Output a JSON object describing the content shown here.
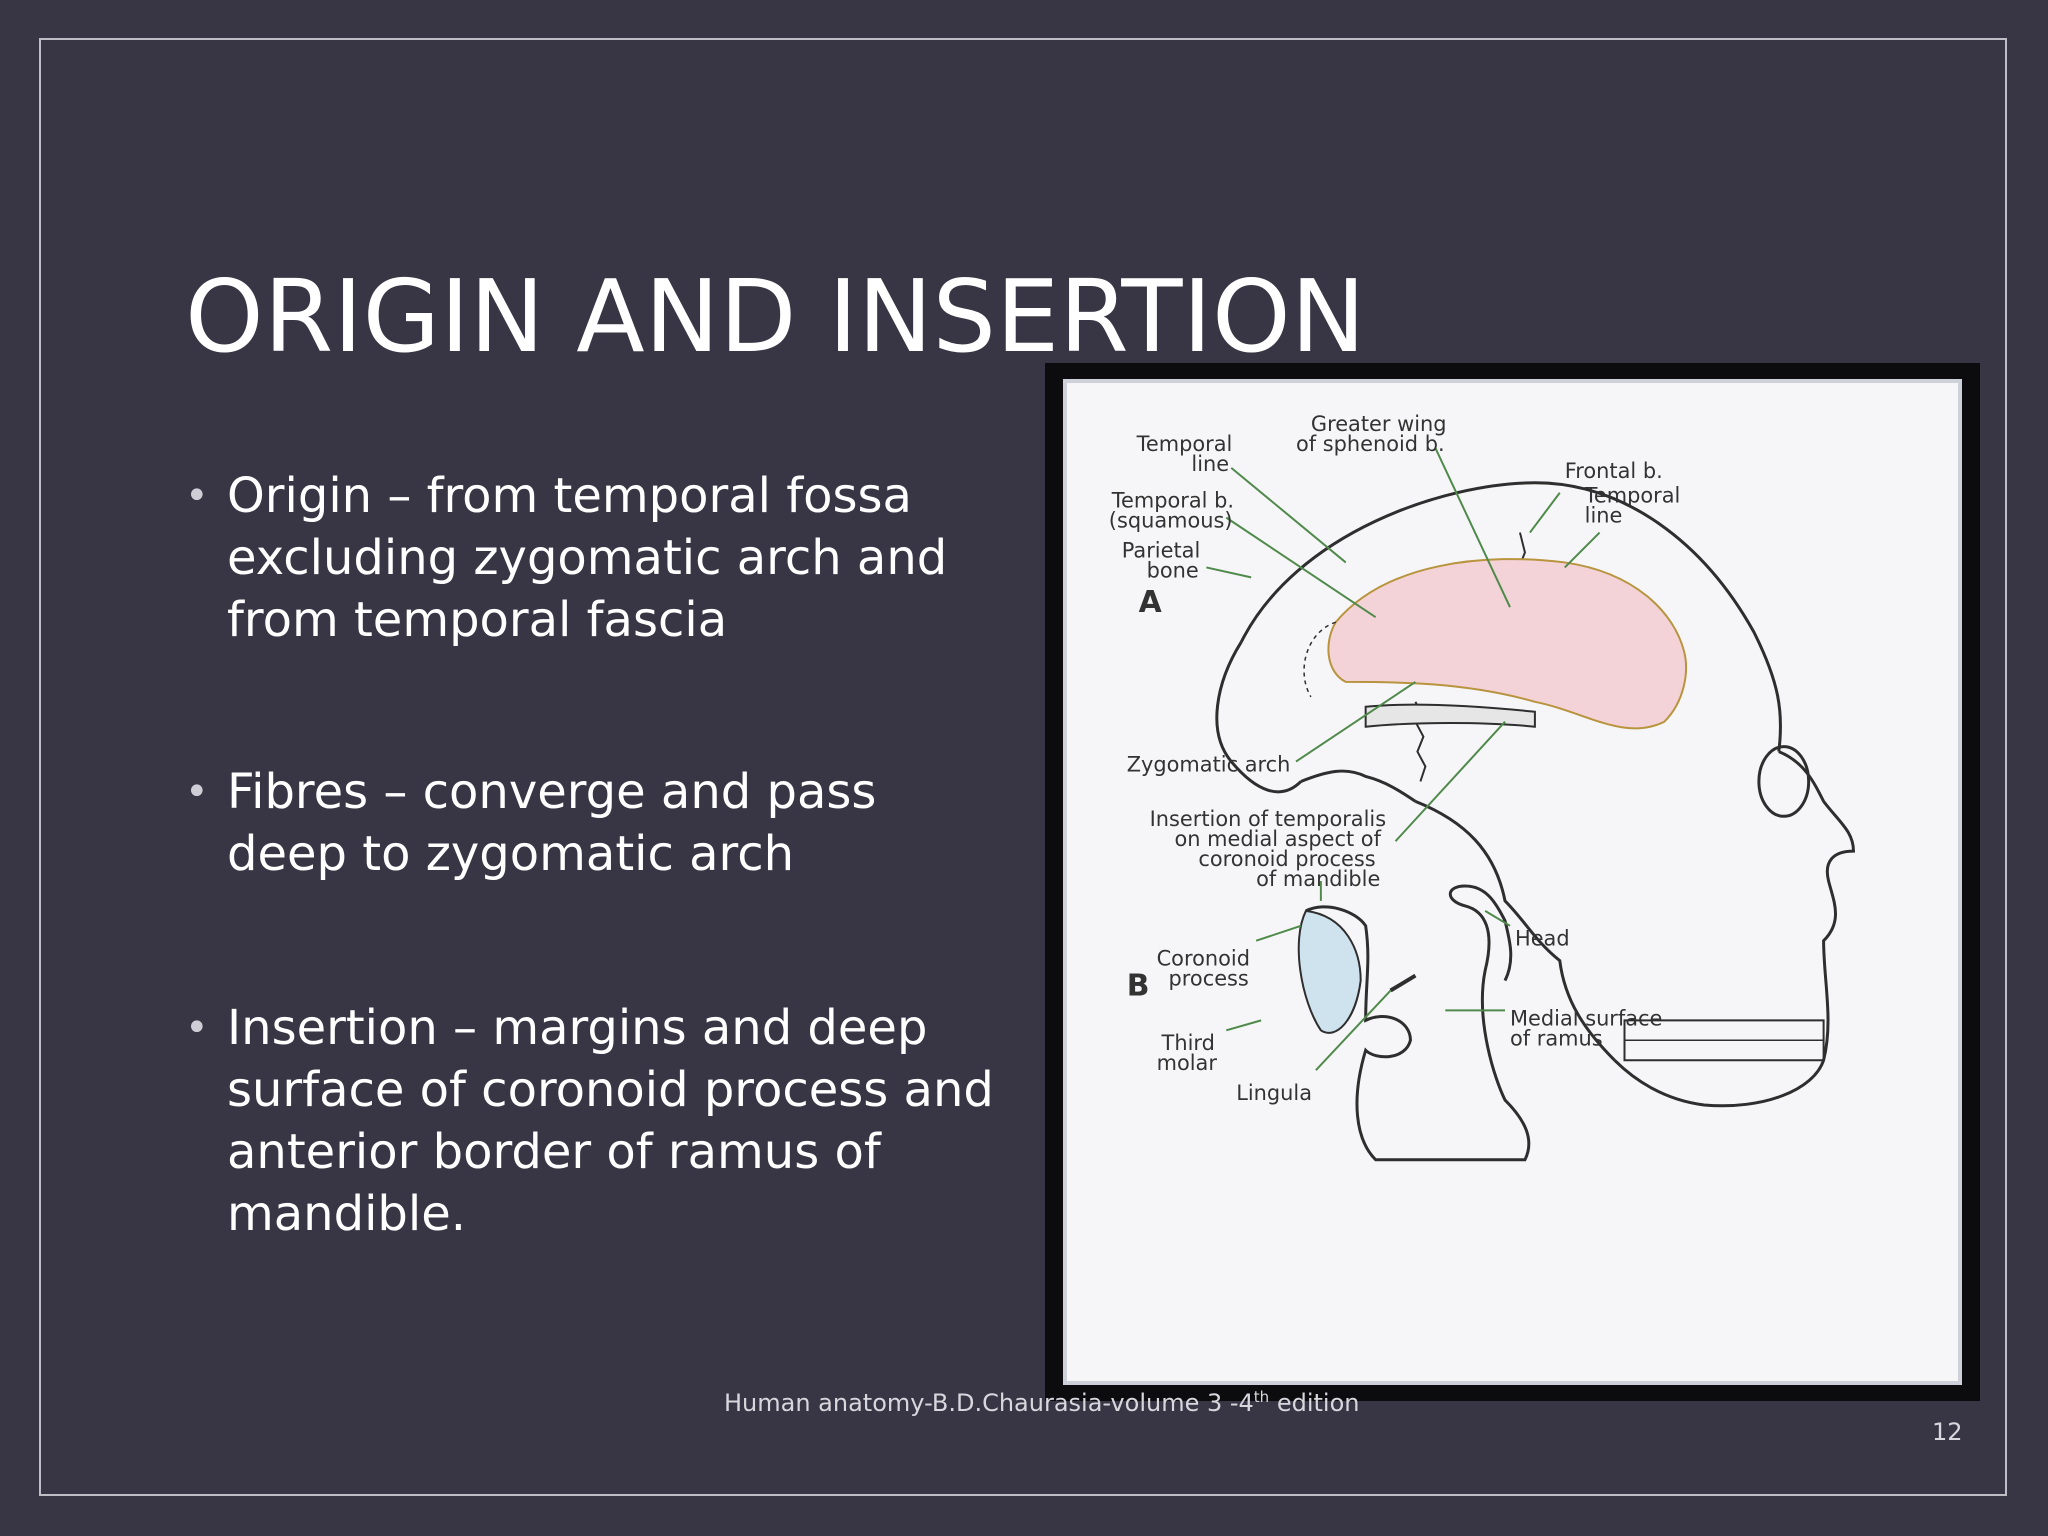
{
  "slide": {
    "title": "ORIGIN AND INSERTION",
    "bullets": [
      "Origin – from temporal fossa excluding zygomatic arch and from temporal fascia",
      "Fibres – converge and pass deep to zygomatic arch",
      "Insertion – margins and deep surface of coronoid process and anterior border of ramus of mandible."
    ],
    "source_main": "Human anatomy-B.D.Chaurasia-volume 3 -4",
    "source_sup": "th",
    "source_tail": " edition",
    "page_number": "12"
  },
  "figure": {
    "panel_a": "A",
    "panel_b": "B",
    "labels": {
      "temporal_line_left_1": "Temporal",
      "temporal_line_left_2": "line",
      "greater_wing_1": "Greater wing",
      "greater_wing_2": "of sphenoid b.",
      "frontal_b": "Frontal b.",
      "temporal_line_right_1": "Temporal",
      "temporal_line_right_2": "line",
      "temporal_b_1": "Temporal b.",
      "temporal_b_2": "(squamous)",
      "parietal_1": "Parietal",
      "parietal_2": "bone",
      "zygomatic_arch": "Zygomatic arch",
      "insertion_1": "Insertion of temporalis",
      "insertion_2": "on medial aspect of",
      "insertion_3": "coronoid process",
      "insertion_4": "of mandible",
      "head": "Head",
      "coronoid_1": "Coronoid",
      "coronoid_2": "process",
      "medial_1": "Medial surface",
      "medial_2": "of ramus",
      "third_1": "Third",
      "third_2": "molar",
      "lingula": "Lingula"
    },
    "colors": {
      "muscle_fill": "#f3d3d8",
      "coronoid_fill": "#cfe3ef",
      "outline": "#2e2e2e"
    }
  }
}
